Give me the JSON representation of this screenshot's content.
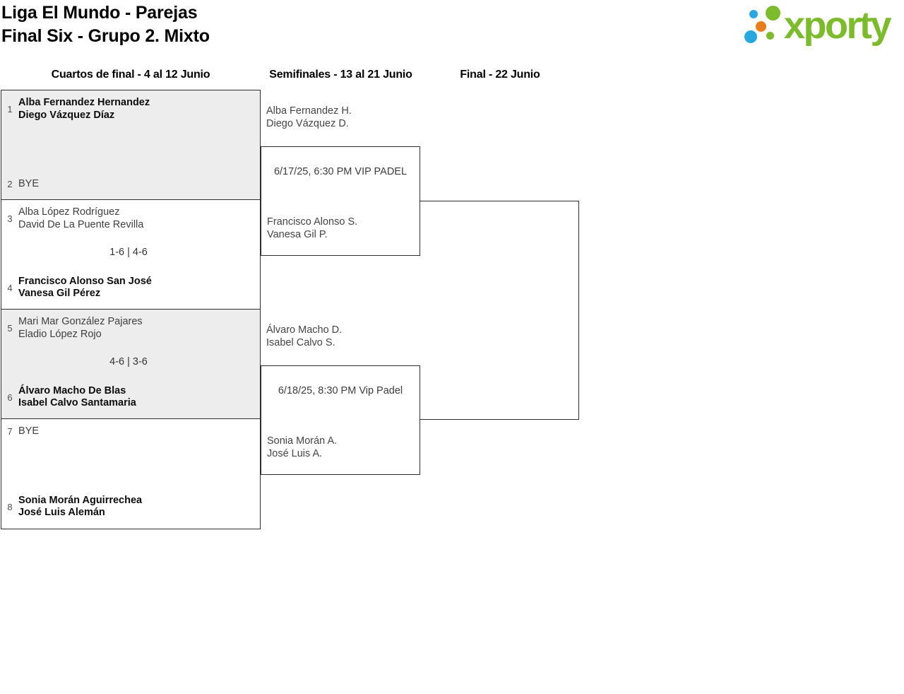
{
  "title": {
    "line1": "Liga El Mundo - Parejas",
    "line2": "Final Six - Grupo 2. Mixto"
  },
  "logo": {
    "text": "xporty",
    "brand_green": "#7cbb2b",
    "brand_blue": "#29a8e0",
    "brand_orange": "#e87d1a"
  },
  "bracket": {
    "quarterfinals": {
      "header": "Cuartos de final - 4 al 12 Junio",
      "matches": [
        {
          "teams": [
            {
              "seed": "1",
              "players": [
                "Alba Fernandez Hernandez",
                "Diego Vázquez Díaz"
              ],
              "winner": true
            },
            {
              "seed": "2",
              "players": [
                "BYE"
              ],
              "winner": false
            }
          ],
          "score": ""
        },
        {
          "teams": [
            {
              "seed": "3",
              "players": [
                "Alba López Rodríguez",
                "David De La Puente Revilla"
              ],
              "winner": false
            },
            {
              "seed": "4",
              "players": [
                "Francisco Alonso San José",
                "Vanesa Gil Pérez"
              ],
              "winner": true
            }
          ],
          "score": "1-6 | 4-6"
        },
        {
          "teams": [
            {
              "seed": "5",
              "players": [
                "Mari Mar González Pajares",
                "Eladio López Rojo"
              ],
              "winner": false
            },
            {
              "seed": "6",
              "players": [
                "Álvaro Macho De Blas",
                "Isabel Calvo Santamaria"
              ],
              "winner": true
            }
          ],
          "score": "4-6 | 3-6"
        },
        {
          "teams": [
            {
              "seed": "7",
              "players": [
                "BYE"
              ],
              "winner": false
            },
            {
              "seed": "8",
              "players": [
                "Sonia Morán Aguirrechea",
                "José Luis Alemán"
              ],
              "winner": true
            }
          ],
          "score": ""
        }
      ]
    },
    "semifinals": {
      "header": "Semifinales - 13 al 21 Junio",
      "matches": [
        {
          "top_team": [
            "Alba Fernandez H.",
            "Diego Vázquez D."
          ],
          "match_info": "6/17/25, 6:30 PM VIP PADEL",
          "bottom_team": [
            "Francisco Alonso S.",
            "Vanesa Gil P."
          ]
        },
        {
          "top_team": [
            "Álvaro Macho D.",
            "Isabel Calvo S."
          ],
          "match_info": "6/18/25, 8:30 PM Vip Padel",
          "bottom_team": [
            "Sonia Morán A.",
            "José Luis A."
          ]
        }
      ]
    },
    "final": {
      "header": "Final - 22 Junio"
    }
  }
}
